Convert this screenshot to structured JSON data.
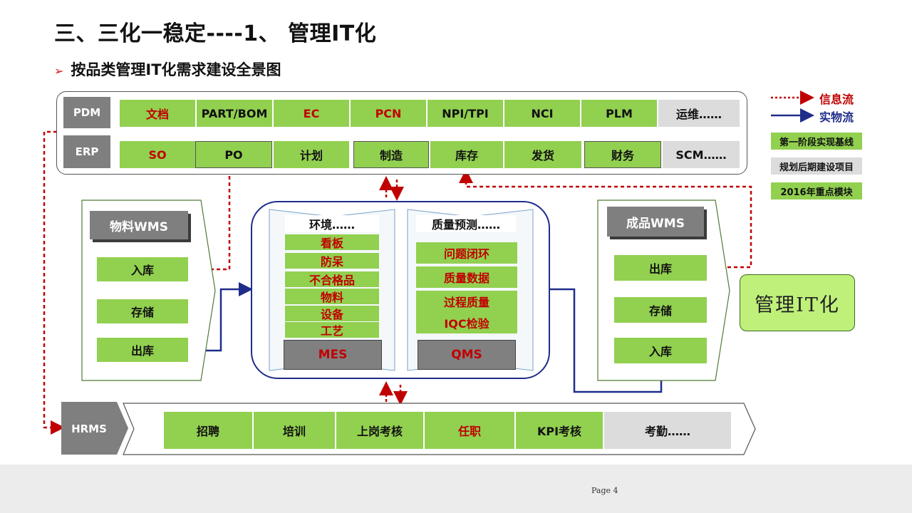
{
  "header": {
    "title": "三、三化一稳定----1、 管理IT化",
    "subtitle": "按品类管理IT化需求建设全景图"
  },
  "legend": {
    "info_flow": "信息流",
    "material_flow": "实物流",
    "baseline": "第一阶段实现基线",
    "planned": "规划后期建设项目",
    "key_module": "2016年重点模块"
  },
  "pdm": {
    "label": "PDM",
    "items": [
      "文档",
      "PART/BOM",
      "EC",
      "PCN",
      "NPI/TPI",
      "NCI",
      "PLM",
      "运维……"
    ]
  },
  "erp": {
    "label": "ERP",
    "items": [
      "SO",
      "PO",
      "计划",
      "制造",
      "库存",
      "发货",
      "财务",
      "SCM……"
    ]
  },
  "material_wms": {
    "title": "物料WMS",
    "items": [
      "入库",
      "存储",
      "出库"
    ]
  },
  "mes": {
    "header": "环境……",
    "items": [
      "看板",
      "防呆",
      "不合格品",
      "物料",
      "设备",
      "工艺"
    ],
    "footer": "MES"
  },
  "qms": {
    "header": "质量预测……",
    "items": [
      "问题闭环",
      "质量数据",
      "过程质量",
      "IQC检验"
    ],
    "footer": "QMS"
  },
  "product_wms": {
    "title": "成品WMS",
    "items": [
      "出库",
      "存储",
      "入库"
    ]
  },
  "management": {
    "label": "管理IT化"
  },
  "hrms": {
    "label": "HRMS",
    "items": [
      "招聘",
      "培训",
      "上岗考核",
      "任职",
      "KPI考核",
      "考勤……"
    ]
  },
  "footer": {
    "page": "Page 4"
  },
  "colors": {
    "key": "#92d050",
    "planned": "#dcdcdc",
    "highlight_text": "#c00000",
    "info_flow": "#c00000",
    "material_flow": "#1f2d8a"
  }
}
